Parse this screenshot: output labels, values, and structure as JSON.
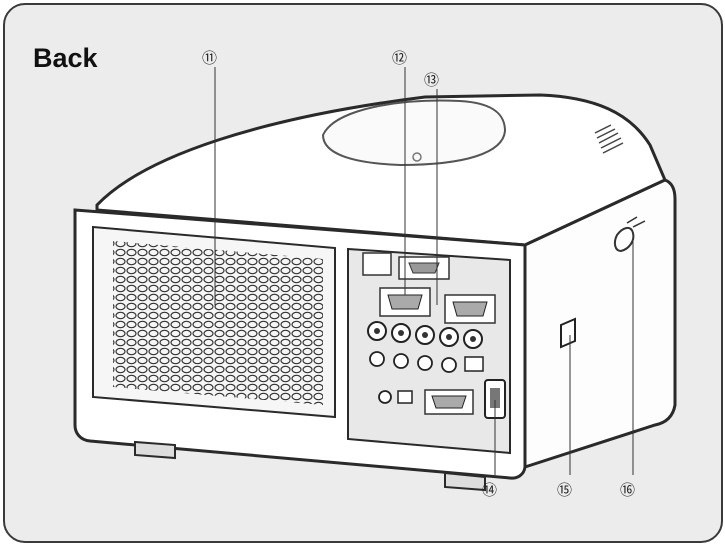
{
  "title": "Back",
  "callouts": [
    {
      "id": "11",
      "glyph": "⑪",
      "part": "air-intake-vent"
    },
    {
      "id": "12",
      "glyph": "⑫",
      "part": "terminal-panel"
    },
    {
      "id": "13",
      "glyph": "⑬",
      "part": "terminal-port"
    },
    {
      "id": "14",
      "glyph": "⑭",
      "part": "power-socket"
    },
    {
      "id": "15",
      "glyph": "⑮",
      "part": "security-slot"
    },
    {
      "id": "16",
      "glyph": "⑯",
      "part": "side-vent"
    }
  ],
  "colors": {
    "background": "#ececec",
    "frame": "#3a3a3a",
    "body": "#ffffff",
    "panel": "#e8e8e8",
    "line": "#2a2a2a"
  }
}
